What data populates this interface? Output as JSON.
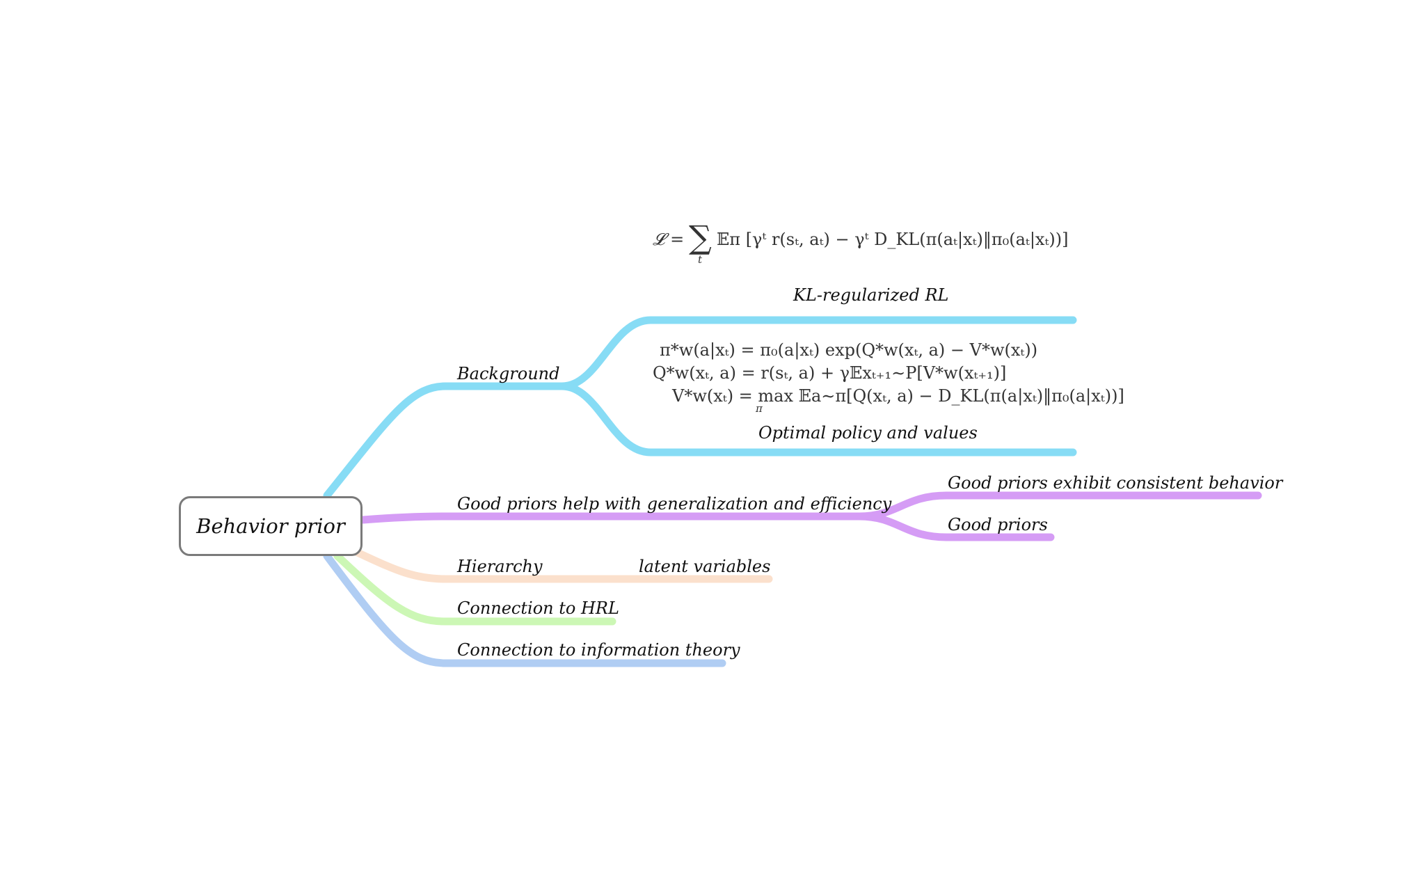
{
  "root": {
    "label": "Behavior prior"
  },
  "colors": {
    "background": "#87dcf5",
    "generalization": "#d59cf5",
    "hierarchy": "#fbe0cc",
    "hrl": "#ccf7b5",
    "information_theory": "#b0cdf3",
    "root_border": "#7a7a7a"
  },
  "branches": {
    "background": {
      "label": "Background",
      "children": {
        "kl_rl": {
          "label": "KL-regularized RL",
          "formula": {
            "lhs": "𝓛 =",
            "sum": "∑",
            "sum_index": "t",
            "body": "𝔼π [γᵗ r(sₜ, aₜ) − γᵗ D_KL(π(aₜ|xₜ)‖π₀(aₜ|xₜ))]"
          }
        },
        "optimal": {
          "label": "Optimal policy and values",
          "formulas": [
            "π*w(a|xₜ) = π₀(a|xₜ) exp(Q*w(xₜ, a) − V*w(xₜ))",
            "Q*w(xₜ, a) = r(sₜ, a) + γ𝔼xₜ₊₁∼P[V*w(xₜ₊₁)]",
            "V*w(xₜ) = max 𝔼a∼π[Q(xₜ, a) − D_KL(π(a|xₜ)‖π₀(a|xₜ))]"
          ],
          "max_index": "π"
        }
      }
    },
    "generalization": {
      "label": "Good priors help with generalization and efficiency",
      "children": [
        {
          "label": "Good priors exhibit consistent behavior"
        },
        {
          "label": "Good priors"
        }
      ]
    },
    "hierarchy": {
      "label": "Hierarchy",
      "children": [
        {
          "label": "latent variables"
        }
      ]
    },
    "hrl": {
      "label": "Connection to HRL"
    },
    "information_theory": {
      "label": "Connection to information theory"
    }
  }
}
